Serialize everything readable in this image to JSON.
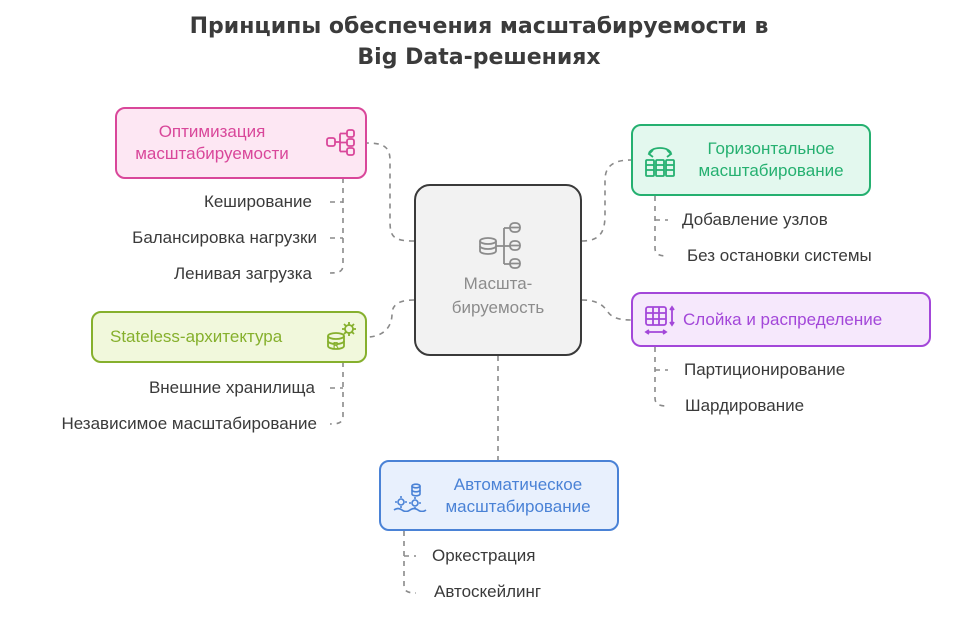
{
  "title": {
    "line1": "Принципы обеспечения масштабируемости в",
    "line2": "Big Data-решениях"
  },
  "center": {
    "line1": "Масшта-",
    "line2": "бируемость",
    "icon": "database-cluster-icon"
  },
  "nodes": {
    "optimization": {
      "line1": "Оптимизация",
      "line2": "масштабируемости",
      "color": "#d9479a",
      "icon": "network-flow-icon",
      "items": [
        "Кеширование",
        "Балансировка нагрузки",
        "Ленивая загрузка"
      ]
    },
    "stateless": {
      "line1": "Stateless-архитектура",
      "color": "#86b02d",
      "icon": "database-gear-icon",
      "items": [
        "Внешние хранилища",
        "Независимое масштабирование"
      ]
    },
    "horizontal": {
      "line1": "Горизонтальное",
      "line2": "масштабирование",
      "color": "#25b070",
      "icon": "server-refresh-icon",
      "items": [
        "Добавление узлов",
        "Без остановки системы"
      ]
    },
    "sharding": {
      "line1": "Слойка и распределение",
      "color": "#a347d9",
      "icon": "table-resize-icon",
      "items": [
        "Партиционирование",
        "Шардирование"
      ]
    },
    "auto": {
      "line1": "Автоматическое",
      "line2": "масштабирование",
      "color": "#4a82d6",
      "icon": "auto-scale-database-icon",
      "items": [
        "Оркестрация",
        "Автоскейлинг"
      ]
    }
  }
}
